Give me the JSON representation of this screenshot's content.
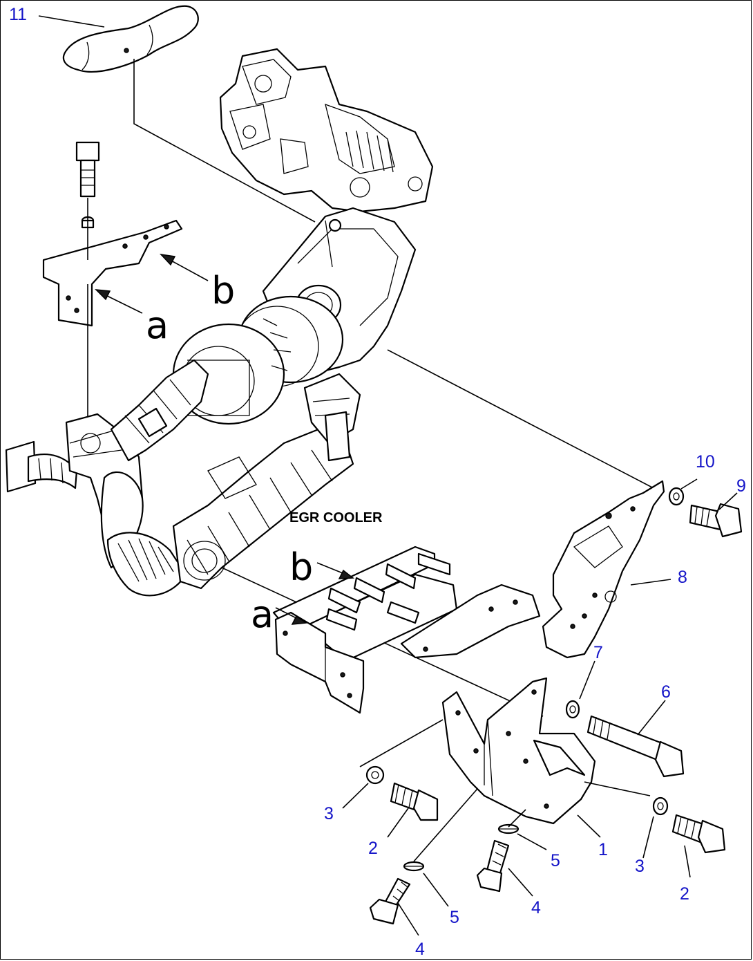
{
  "caption": "EGR COOLER",
  "callouts": [
    {
      "id": "c11",
      "text": "11"
    },
    {
      "id": "c10",
      "text": "10"
    },
    {
      "id": "c9",
      "text": "9"
    },
    {
      "id": "c8",
      "text": "8"
    },
    {
      "id": "c7",
      "text": "7"
    },
    {
      "id": "c6",
      "text": "6"
    },
    {
      "id": "c1",
      "text": "1"
    },
    {
      "id": "c3a",
      "text": "3"
    },
    {
      "id": "c2a",
      "text": "2"
    },
    {
      "id": "c5a",
      "text": "5"
    },
    {
      "id": "c4a",
      "text": "4"
    },
    {
      "id": "c5b",
      "text": "5"
    },
    {
      "id": "c4b",
      "text": "4"
    },
    {
      "id": "c3b",
      "text": "3"
    },
    {
      "id": "c2b",
      "text": "2"
    }
  ],
  "view_letters": [
    {
      "id": "b_top",
      "text": "b"
    },
    {
      "id": "a_top",
      "text": "a"
    },
    {
      "id": "b_bot",
      "text": "b"
    },
    {
      "id": "a_bot",
      "text": "a"
    }
  ]
}
